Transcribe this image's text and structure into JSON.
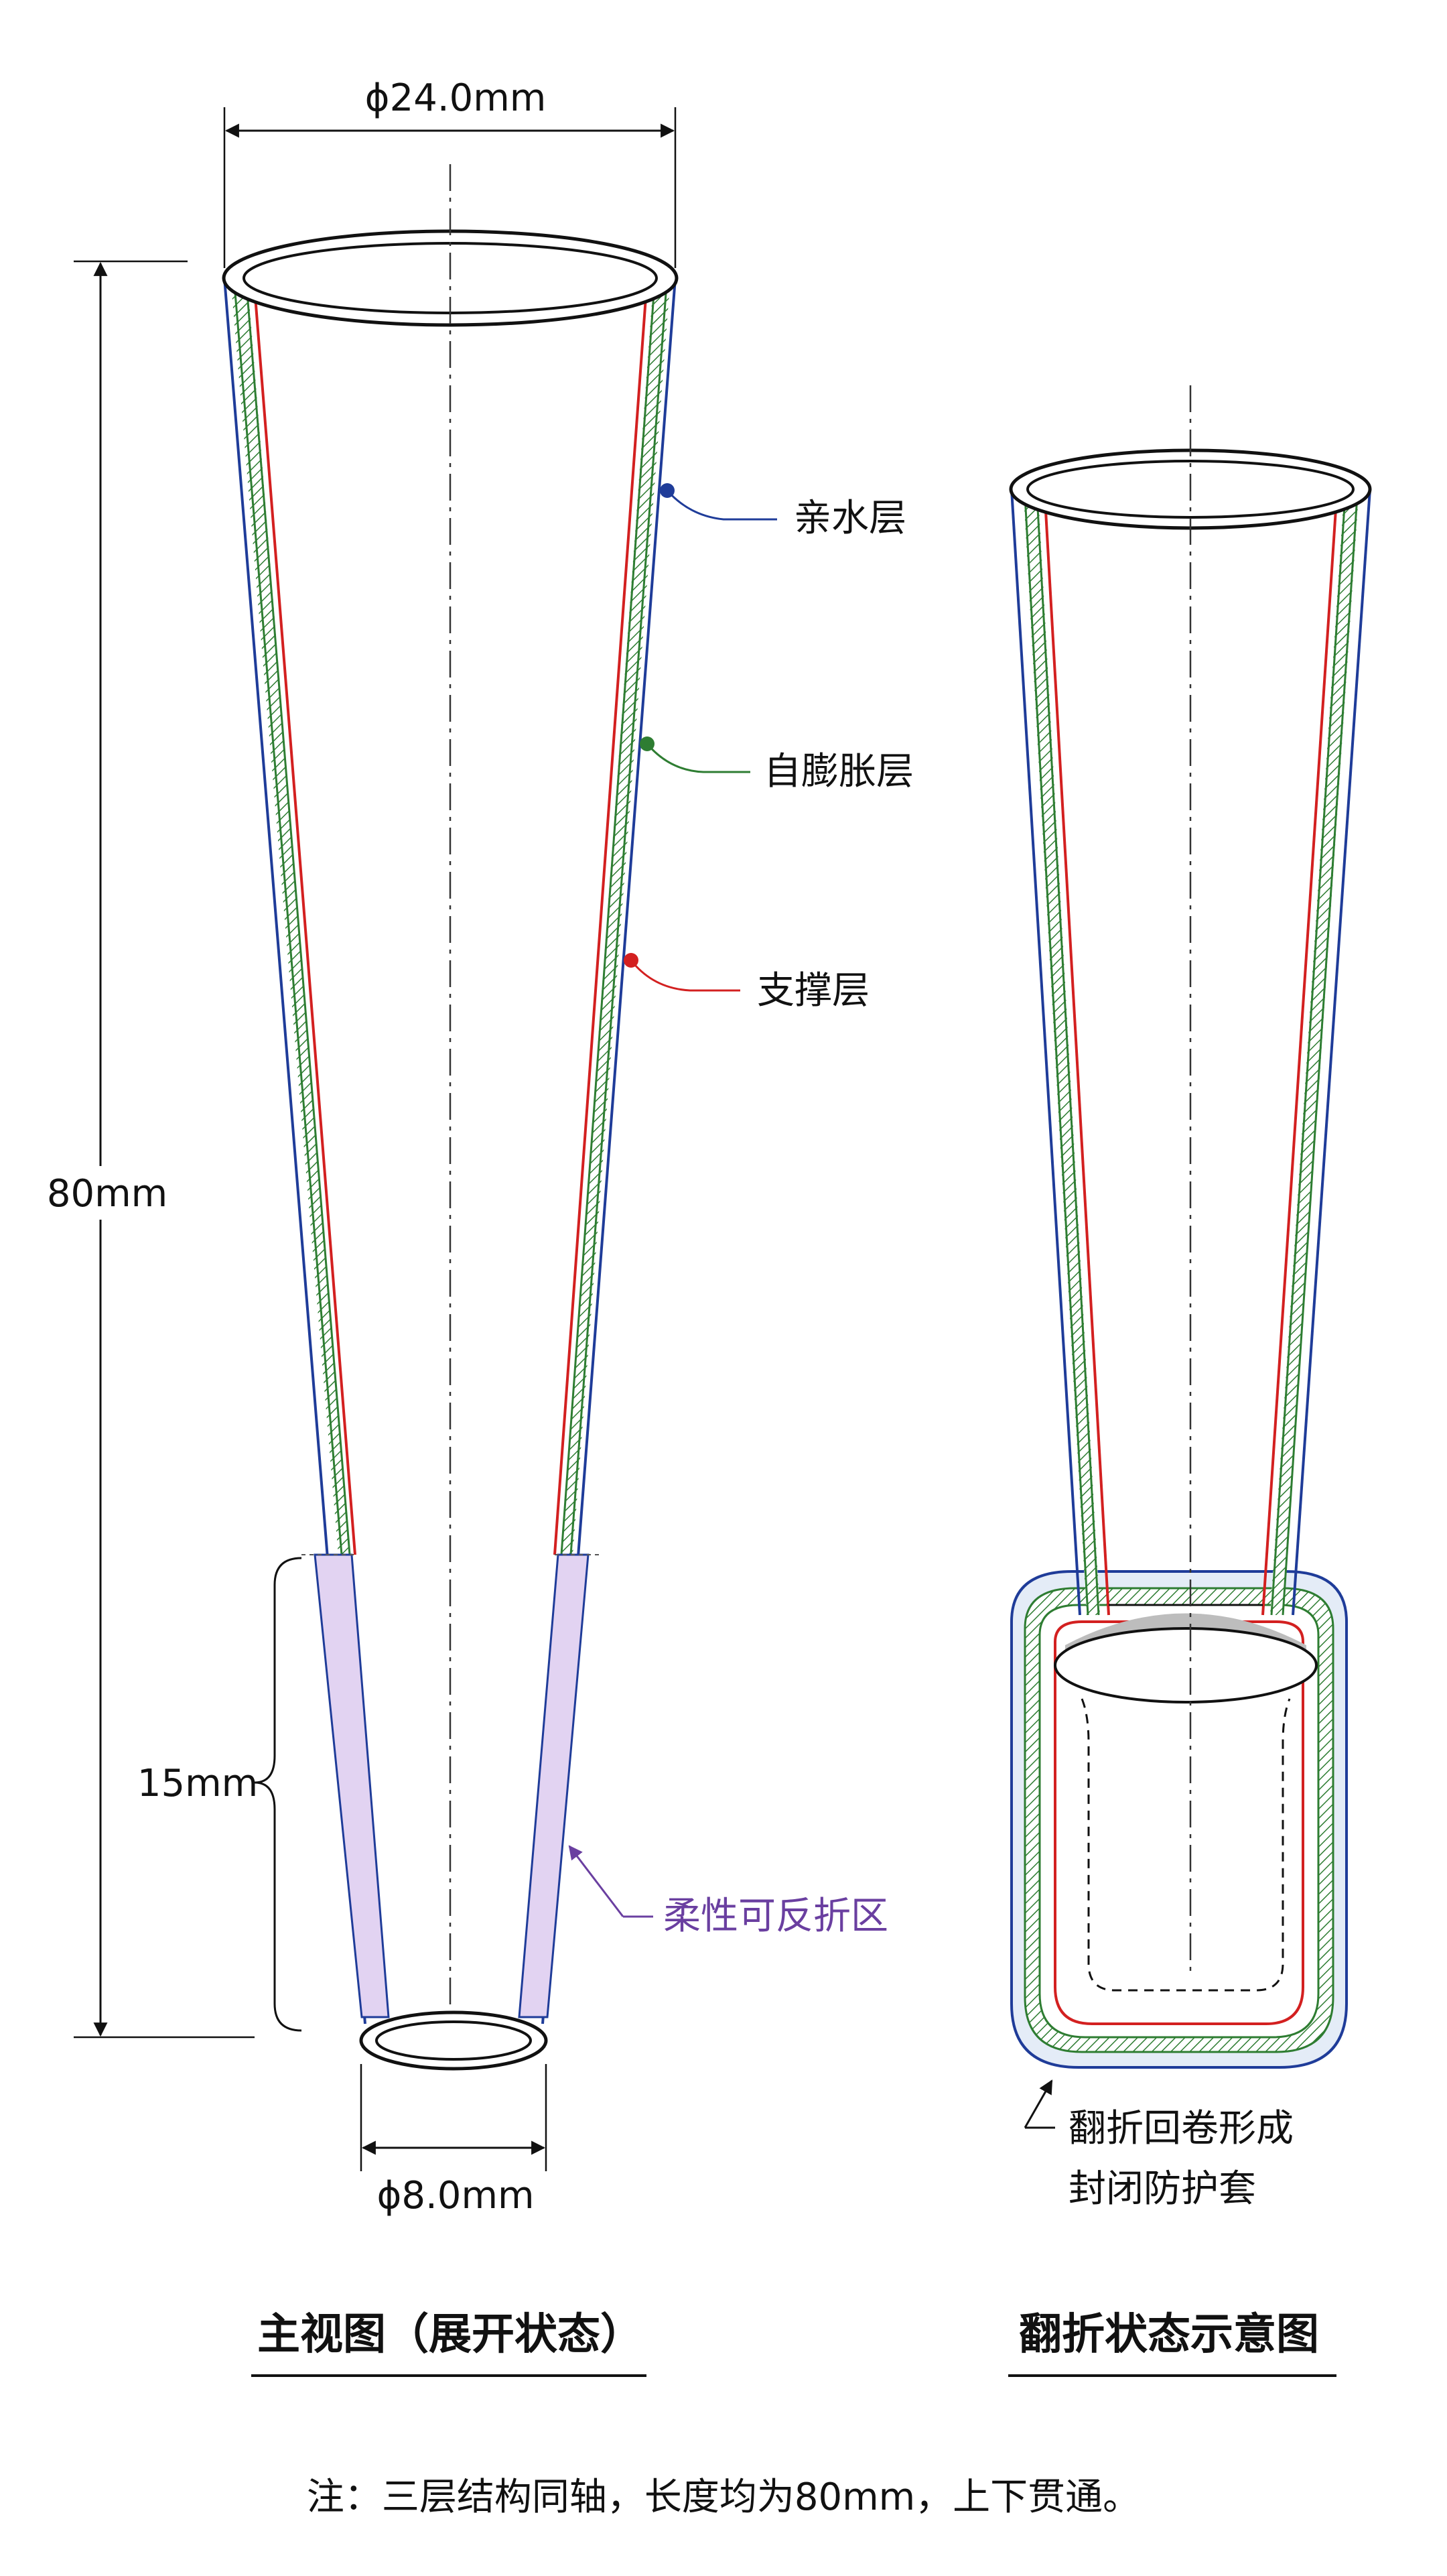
{
  "dimensions": {
    "top_diameter": "ϕ24.0mm",
    "bottom_diameter": "ϕ8.0mm",
    "length": "80mm",
    "flex_zone_length": "15mm"
  },
  "layers": {
    "hydrophilic": "亲水层",
    "self_expanding": "自膨胀层",
    "support": "支撑层",
    "flexible_zone": "柔性可反折区"
  },
  "folded": {
    "note_line1": "翻折回卷形成",
    "note_line2": "封闭防护套"
  },
  "captions": {
    "main_view": "主视图（展开状态）",
    "folded_view": "翻折状态示意图"
  },
  "footnote": "注：三层结构同轴，长度均为80mm，上下贯通。",
  "colors": {
    "hydrophilic": "#1f3c99",
    "self_expanding": "#2e7d32",
    "support": "#d32020",
    "flexible_zone": "#6a3fa0",
    "flex_fill": "#e2d3f2",
    "outline": "#111111"
  }
}
